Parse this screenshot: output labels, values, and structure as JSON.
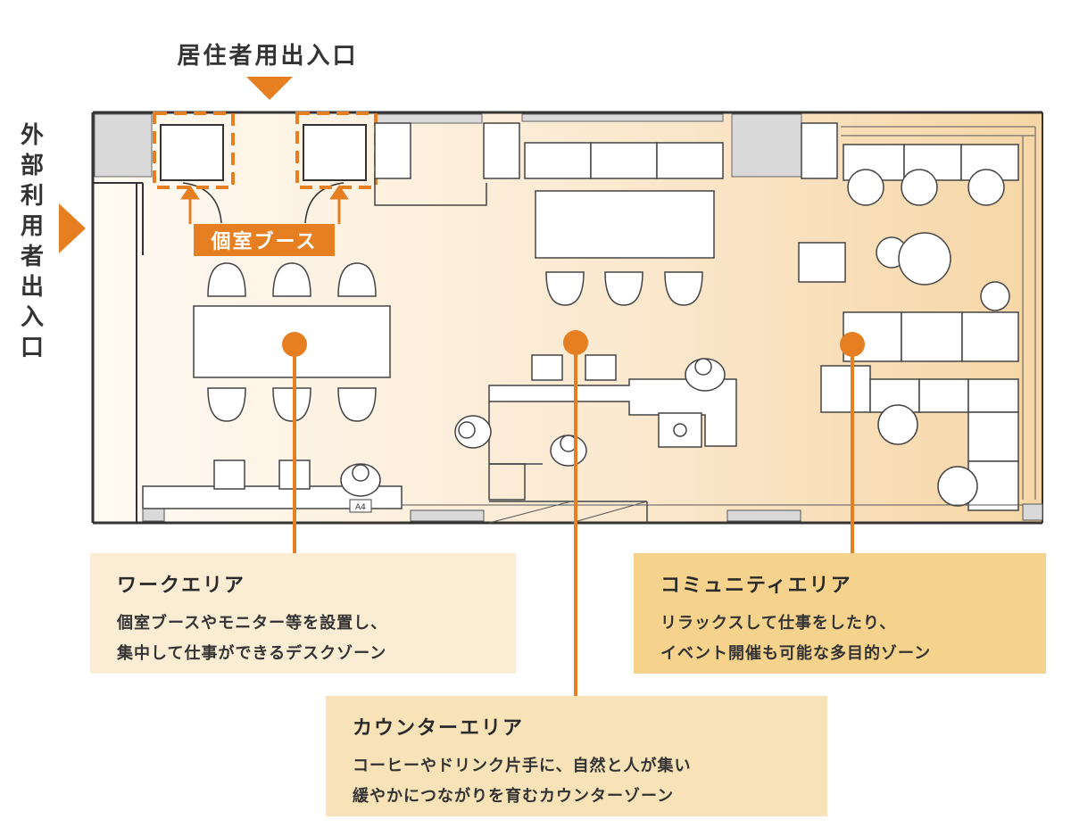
{
  "entrances": {
    "resident": "居住者用出入口",
    "external": "外部利用者出入口"
  },
  "booth_label": "個室ブース",
  "floor_label": "A4",
  "colors": {
    "accent": "#e67e22",
    "wall": "#d9d9d9",
    "floor_light": "#fdf6ec",
    "floor_dark": "#f6d9aa"
  },
  "zones": {
    "work": {
      "title": "ワークエリア",
      "line1": "個室ブースやモニター等を設置し、",
      "line2": "集中して仕事ができるデスクゾーン"
    },
    "counter": {
      "title": "カウンターエリア",
      "line1": "コーヒーやドリンク片手に、自然と人が集い",
      "line2": "緩やかにつながりを育むカウンターゾーン"
    },
    "community": {
      "title": "コミュニティエリア",
      "line1": "リラックスして仕事をしたり、",
      "line2": "イベント開催も可能な多目的ゾーン"
    }
  }
}
